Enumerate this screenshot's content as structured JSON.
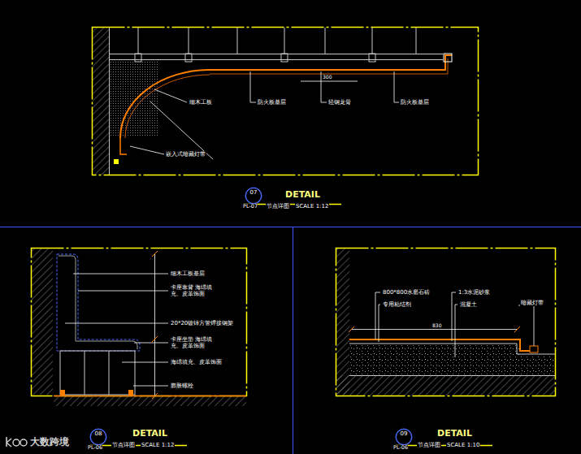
{
  "diagram": {
    "nodes": [
      {
        "text": [
          "07",
          "PL-07"
        ]
      },
      {
        "text": [
          "08",
          "PL-06"
        ]
      },
      {
        "text": [
          "09",
          "PL-06"
        ]
      }
    ],
    "labels": [
      "细木工板",
      "防火板基层",
      "轻钢龙骨",
      "防火板基层",
      "嵌入式暗藏灯带",
      "300",
      "DETAIL",
      "节点详图",
      "SCALE 1:12",
      "细木工板基层",
      "卡座靠背 海绵填充、皮革饰面",
      "20*20镀锌方管焊接钢架",
      "卡座坐垫 海绵填充、皮革饰面",
      "海绵填充、皮革饰面",
      "膨胀螺栓",
      "DETAIL",
      "节点详图",
      "SCALE 1:12",
      "800*800水磨石砖",
      "1:3水泥砂浆",
      "专用粘结剂",
      "混凝土",
      "暗藏灯带",
      "830",
      "DETAIL",
      "节点详图",
      "SCALE 1:10",
      "大数跨境"
    ]
  }
}
